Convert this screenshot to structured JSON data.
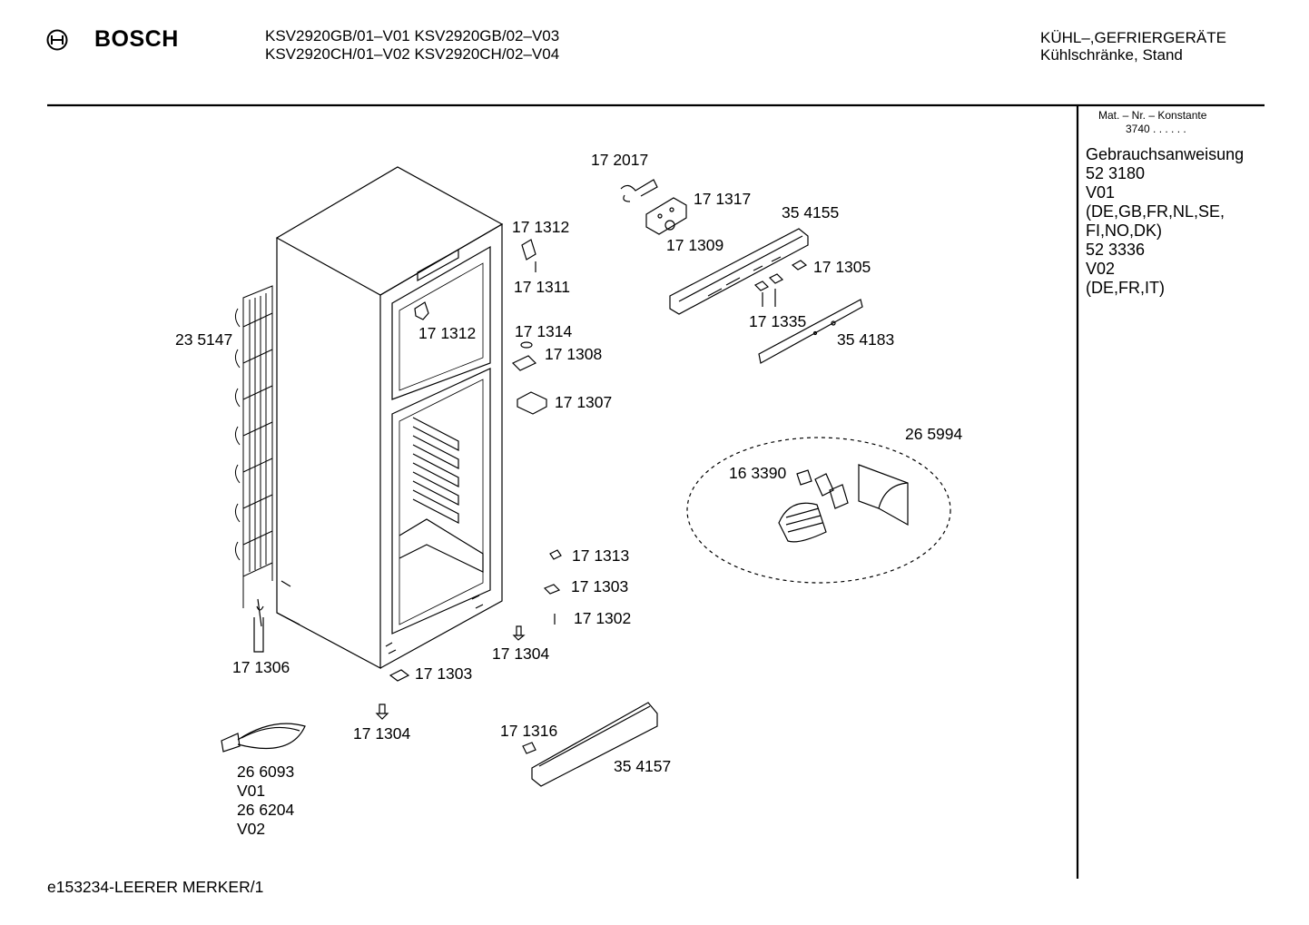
{
  "brand": {
    "name": "BOSCH"
  },
  "header": {
    "models_line1": "KSV2920GB/01–V01  KSV2920GB/02–V03",
    "models_line2": "KSV2920CH/01–V02  KSV2920CH/02–V04",
    "category_line1": "KÜHL–,GEFRIERGERÄTE",
    "category_line2": "Kühlschränke, Stand"
  },
  "sidebar": {
    "mat_header": "Mat. – Nr. – Konstante",
    "mat_value": "3740  .  .     .  .  .  .",
    "lines": [
      "Gebrauchsanweisung",
      "52 3180",
      "V01",
      "(DE,GB,FR,NL,SE,",
      "FI,NO,DK)",
      "52 3336",
      "V02",
      "(DE,FR,IT)"
    ]
  },
  "parts": [
    "17 2017",
    "17 1317",
    "17 1312",
    "35 4155",
    "17 1309",
    "17 1305",
    "17 1311",
    "17 1312",
    "17 1335",
    "17 1314",
    "23 5147",
    "35 4183",
    "17 1308",
    "17 1307",
    "26 5994",
    "16 3390",
    "17 1313",
    "17 1303",
    "17 1302",
    "17 1304",
    "17 1306",
    "17 1303",
    "17 1304",
    "17 1316",
    "35 4157"
  ],
  "cable": {
    "lines": [
      "26 6093",
      "V01",
      "26 6204",
      "V02"
    ]
  },
  "footer": {
    "code": "e153234-LEERER MERKER/1"
  }
}
